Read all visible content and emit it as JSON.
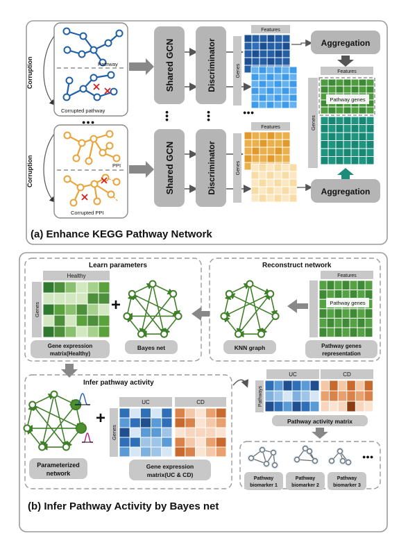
{
  "panel_a": {
    "title": "(a) Enhance KEGG Pathway Network",
    "corruption": "Corruption",
    "pathway": "Pathway",
    "corrupted_pathway": "Corrupted pathway",
    "ppi": "PPI",
    "corrupted_ppi": "Corrupted PPI",
    "shared_gcn": "Shared GCN",
    "discriminator": "Discriminator",
    "features": "Features",
    "genes": "Genes",
    "aggregation": "Aggregation",
    "pathway_genes": "Pathway genes",
    "ellipsis": "●●●"
  },
  "panel_b": {
    "title": "(b) Infer Pathway Activity by Bayes net",
    "learn_parameters": "Learn parameters",
    "healthy": "Healthy",
    "genes": "Genes",
    "gene_expr_healthy_1": "Gene expression",
    "gene_expr_healthy_2": "matrix(Healthy)",
    "bayes_net": "Bayes net",
    "reconstruct_network": "Reconstruct network",
    "features": "Features",
    "pathway_genes": "Pathway genes",
    "knn_graph": "KNN graph",
    "pathway_genes_repr_1": "Pathway genes",
    "pathway_genes_repr_2": "representation",
    "infer_pathway_activity": "Infer pathway activity",
    "uc": "UC",
    "cd": "CD",
    "parameterized_1": "Parameterized",
    "parameterized_2": "network",
    "gene_expr_uccd_1": "Gene expression",
    "gene_expr_uccd_2": "matrix(UC & CD)",
    "pathways": "Pathways",
    "pathway_activity_matrix": "Pathway activity matrix",
    "pathway_biomarker_1a": "Pathway",
    "pathway_biomarker_1b": "biomarker 1",
    "pathway_biomarker_2a": "Pathway",
    "pathway_biomarker_2b": "biomarker 2",
    "pathway_biomarker_3a": "Pathway",
    "pathway_biomarker_3b": "biomarker 3",
    "ellipsis": "●●●"
  },
  "colors": {
    "blue_dark": "#1f5fa8",
    "blue_light": "#5b9bd5",
    "orange": "#e8a33a",
    "orange_light": "#fbe3b3",
    "green_dark": "#2f7a2f",
    "green_mid": "#5aa33c",
    "teal": "#1e8c7a",
    "gray_box": "#b5b5b5",
    "red": "#d22020"
  }
}
